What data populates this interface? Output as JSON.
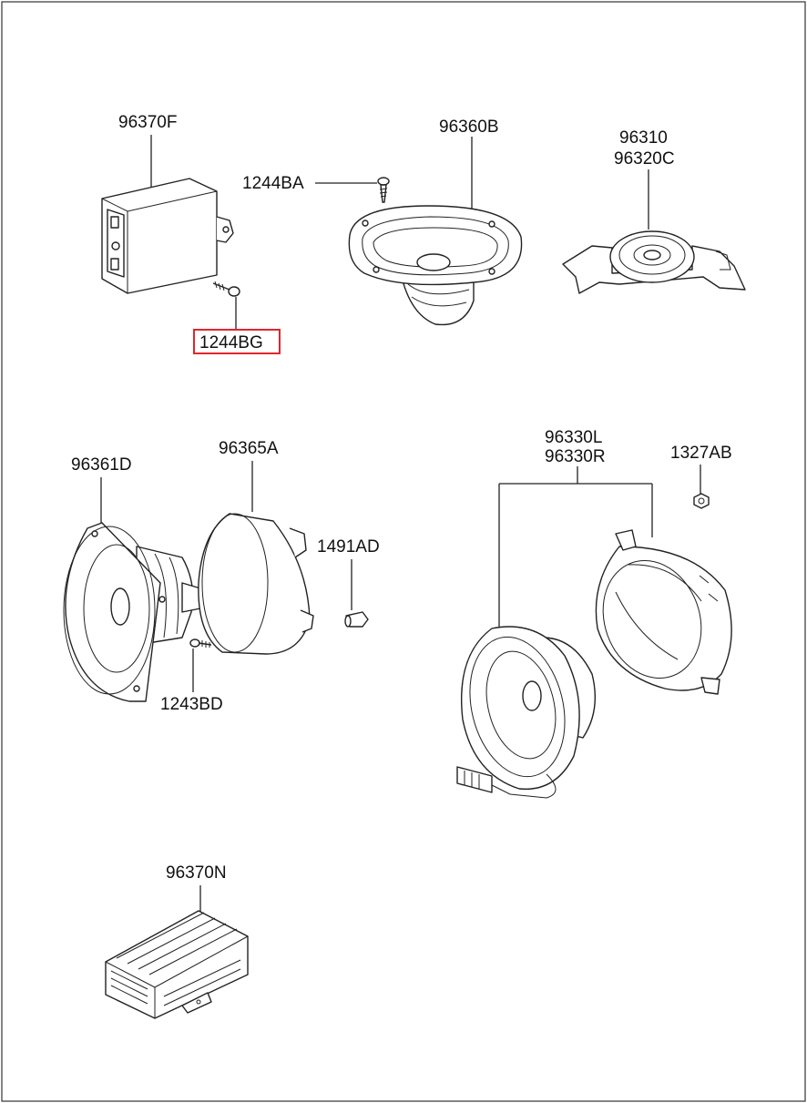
{
  "parts": {
    "p96370F": "96370F",
    "p1244BA": "1244BA",
    "p96360B": "96360B",
    "p96310": "96310",
    "p96320C": "96320C",
    "p1244BG": "1244BG",
    "p96361D": "96361D",
    "p96365A": "96365A",
    "p1491AD": "1491AD",
    "p1243BD": "1243BD",
    "p96330L": "96330L",
    "p96330R": "96330R",
    "p1327AB": "1327AB",
    "p96370N": "96370N"
  },
  "highlighted_part": "1244BG",
  "colors": {
    "highlight": "#e0262f",
    "line": "#222222"
  }
}
